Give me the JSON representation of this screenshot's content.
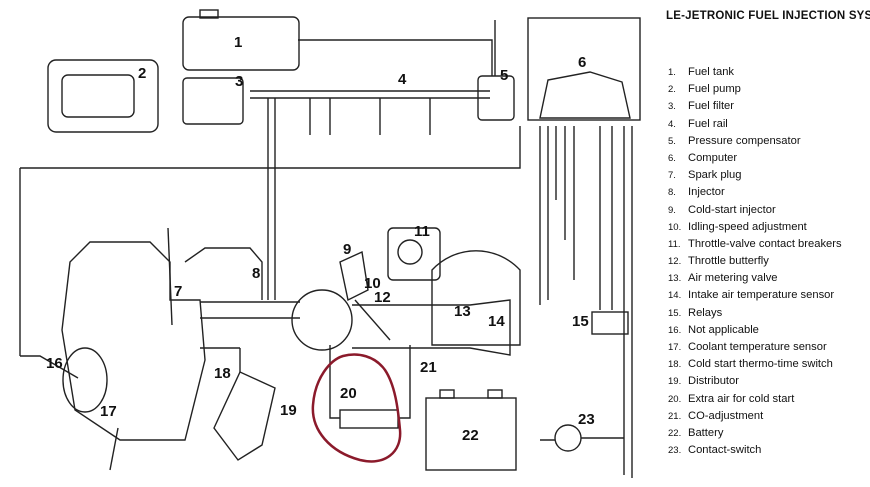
{
  "title": "LE-JETRONIC FUEL INJECTION SYST",
  "legend": [
    {
      "num": "1.",
      "label": "Fuel tank"
    },
    {
      "num": "2.",
      "label": "Fuel pump"
    },
    {
      "num": "3.",
      "label": "Fuel filter"
    },
    {
      "num": "4.",
      "label": "Fuel rail"
    },
    {
      "num": "5.",
      "label": "Pressure compensator"
    },
    {
      "num": "6.",
      "label": "Computer"
    },
    {
      "num": "7.",
      "label": "Spark plug"
    },
    {
      "num": "8.",
      "label": "Injector"
    },
    {
      "num": "9.",
      "label": "Cold-start injector"
    },
    {
      "num": "10.",
      "label": "Idling-speed adjustment"
    },
    {
      "num": "11.",
      "label": "Throttle-valve contact breakers"
    },
    {
      "num": "12.",
      "label": "Throttle butterfly"
    },
    {
      "num": "13.",
      "label": "Air metering valve"
    },
    {
      "num": "14.",
      "label": "Intake air temperature sensor"
    },
    {
      "num": "15.",
      "label": "Relays"
    },
    {
      "num": "16.",
      "label": "Not applicable"
    },
    {
      "num": "17.",
      "label": "Coolant temperature sensor"
    },
    {
      "num": "18.",
      "label": "Cold start thermo-time switch"
    },
    {
      "num": "19.",
      "label": "Distributor"
    },
    {
      "num": "20.",
      "label": "Extra air for cold start"
    },
    {
      "num": "21.",
      "label": "CO-adjustment"
    },
    {
      "num": "22.",
      "label": "Battery"
    },
    {
      "num": "23.",
      "label": "Contact-switch"
    }
  ],
  "callouts": [
    "1",
    "2",
    "3",
    "4",
    "5",
    "6",
    "7",
    "8",
    "9",
    "10",
    "11",
    "12",
    "13",
    "14",
    "15",
    "16",
    "17",
    "18",
    "19",
    "20",
    "21",
    "22",
    "23"
  ],
  "colors": {
    "line": "#222222",
    "highlight": "#8b1a2b"
  }
}
